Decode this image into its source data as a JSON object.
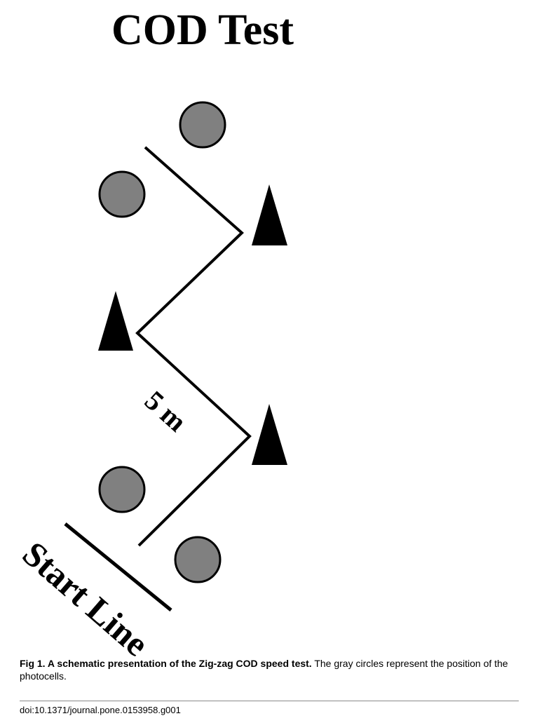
{
  "title": "COD Test",
  "distance_label": "5 m",
  "start_label": "Start Line",
  "legend": {
    "photocell_color": "#808080",
    "photocell_stroke": "#000000",
    "cone_color": "#000000",
    "path_color": "#000000",
    "photocell_icon": "circle",
    "cone_icon": "triangle"
  },
  "caption": {
    "lead": "Fig 1. A schematic presentation of the Zig-zag COD speed test.",
    "body": " The gray circles represent the position of the photocells."
  },
  "doi": "doi:10.1371/journal.pone.0153958.g001"
}
